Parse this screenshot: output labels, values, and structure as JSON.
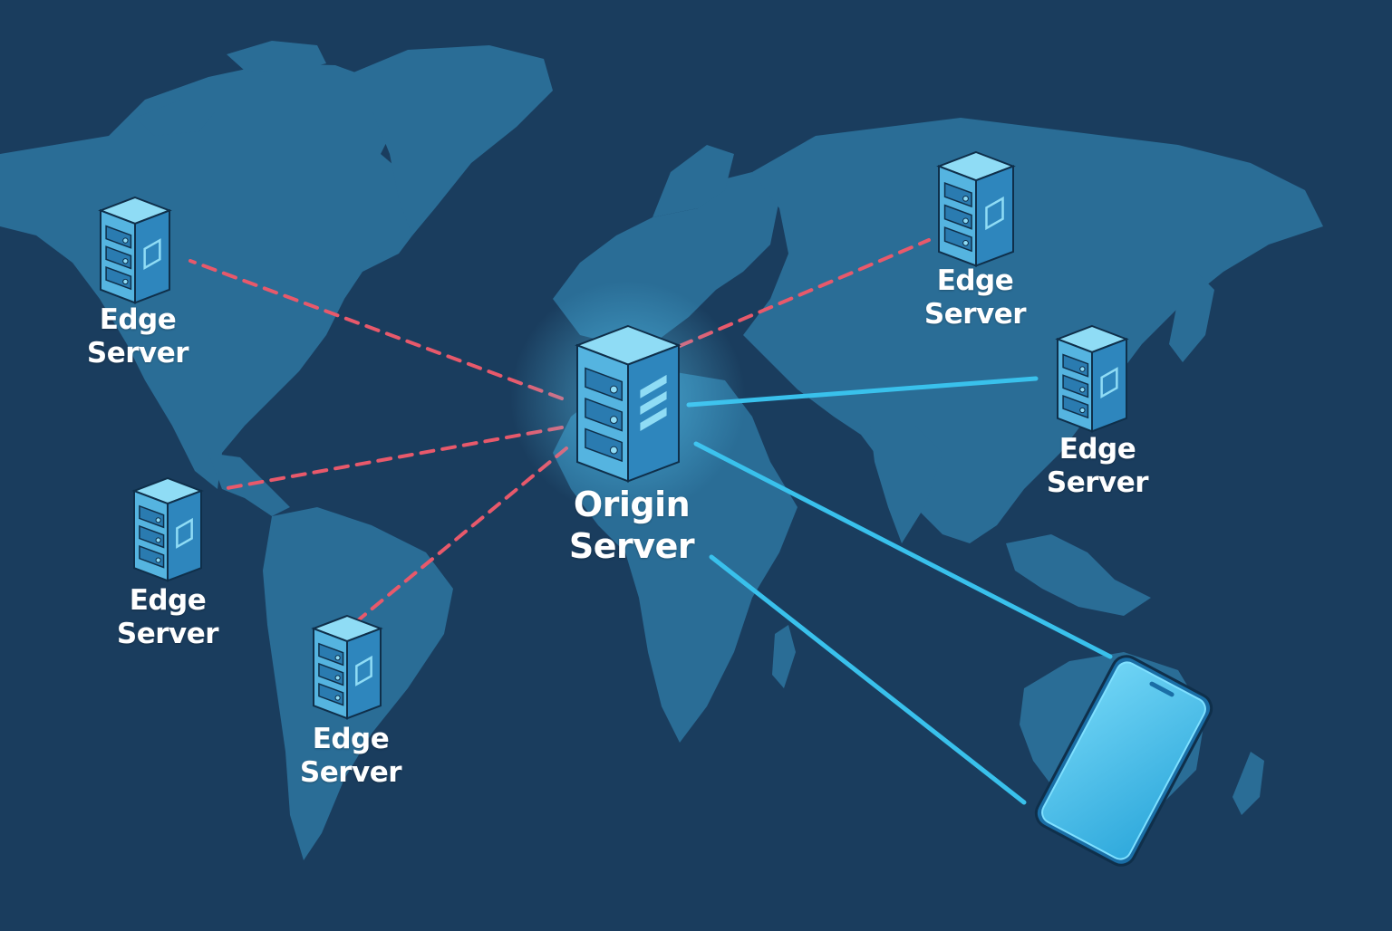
{
  "colors": {
    "background": "#1a3d5e",
    "land": "#2a6d96",
    "land_light": "#3178a3",
    "server_top": "#8fdcf5",
    "server_left": "#55b4e0",
    "server_right": "#2e86bd",
    "dashed_link": "#e8596b",
    "solid_link": "#39c1ec",
    "device": "#4fc3ef"
  },
  "origin": {
    "label_line1": "Origin",
    "label_line2": "Server"
  },
  "edges": [
    {
      "id": "north-america",
      "label_line1": "Edge",
      "label_line2": "Server"
    },
    {
      "id": "central-america",
      "label_line1": "Edge",
      "label_line2": "Server"
    },
    {
      "id": "south-america",
      "label_line1": "Edge",
      "label_line2": "Server"
    },
    {
      "id": "russia",
      "label_line1": "Edge",
      "label_line2": "Server"
    },
    {
      "id": "east-asia",
      "label_line1": "Edge",
      "label_line2": "Server"
    }
  ],
  "links": [
    {
      "from": "origin",
      "to": "north-america",
      "style": "dashed"
    },
    {
      "from": "origin",
      "to": "central-america",
      "style": "dashed"
    },
    {
      "from": "origin",
      "to": "south-america",
      "style": "dashed"
    },
    {
      "from": "origin",
      "to": "russia",
      "style": "dashed"
    },
    {
      "from": "origin",
      "to": "east-asia",
      "style": "solid"
    },
    {
      "from": "origin",
      "to": "mobile-device",
      "style": "solid"
    },
    {
      "from": "origin",
      "to": "mobile-device",
      "style": "solid"
    }
  ],
  "device": {
    "icon": "smartphone-icon"
  }
}
